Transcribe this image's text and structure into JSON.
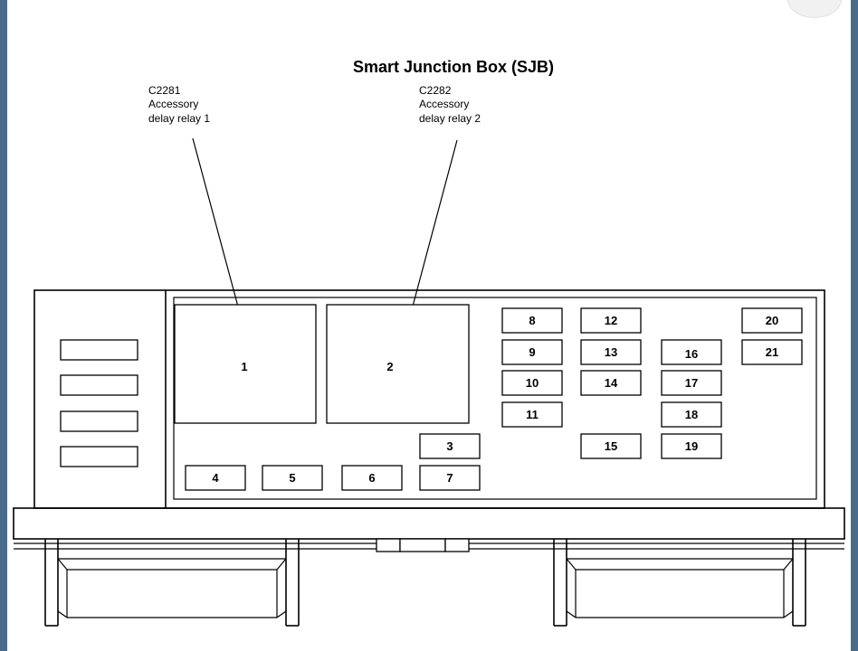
{
  "diagram": {
    "title": "Smart Junction Box (SJB)",
    "callouts": [
      {
        "code": "C2281",
        "line1": "Accessory",
        "line2": "delay relay 1"
      },
      {
        "code": "C2282",
        "line1": "Accessory",
        "line2": "delay relay 2"
      }
    ],
    "relays": [
      "1",
      "2"
    ],
    "fuses": [
      "3",
      "4",
      "5",
      "6",
      "7",
      "8",
      "9",
      "10",
      "11",
      "12",
      "13",
      "14",
      "15",
      "16",
      "17",
      "18",
      "19",
      "20",
      "21"
    ]
  }
}
